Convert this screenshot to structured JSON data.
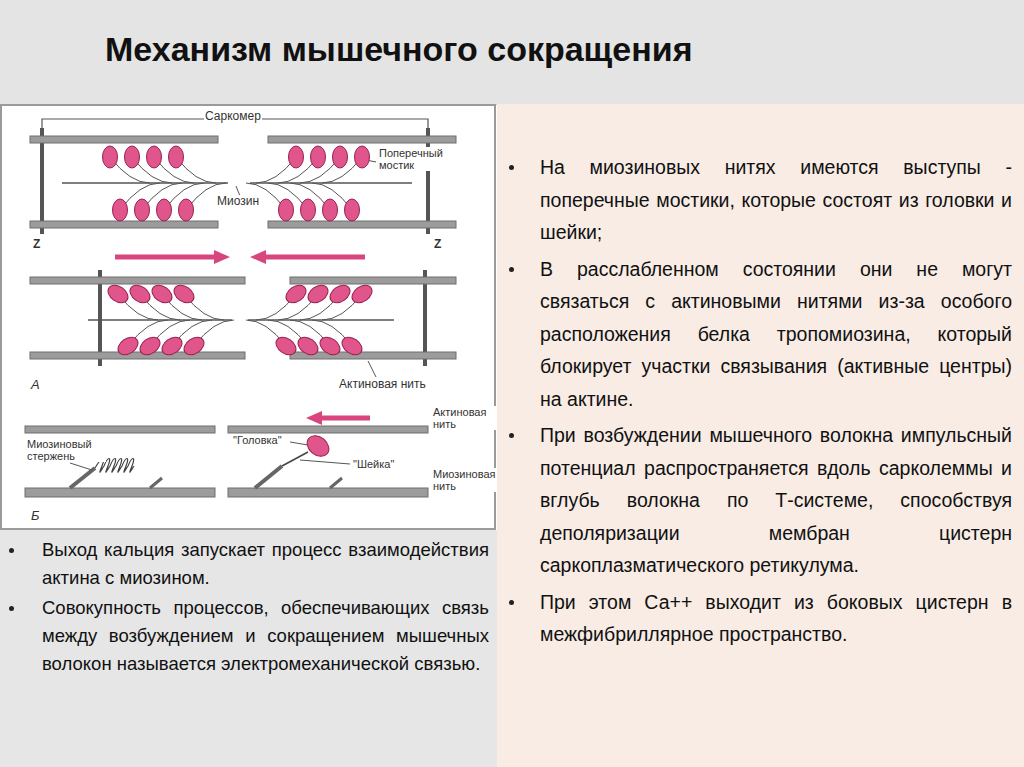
{
  "diagram": {
    "title": "Механизм мышечного сокращения",
    "nodes": [
      {
        "text": [
          "На миозиновых нитях имеются выступы - поперечные мостики, которые состоят из головки и шейки;",
          "В расслабленном состоянии они не могут связаться с актиновыми нитями из-за особого расположения белка тропомиозина, который блокирует участки связывания (активные центры) на актине.",
          "При возбуждении мышечного волокна импульсный потенциал распространяется вдоль сарколеммы и вглубь волокна по Т-системе, способствуя деполяризации мембран цистерн саркоплазматического ретикулума.",
          "При этом Са++ выходит из боковых цистерн в межфибриллярное пространство."
        ]
      },
      {
        "text": [
          "Выход кальция запускает процесс взаимодействия актина с миозином.",
          "Совокупность процессов, обеспечивающих связь между возбуждением и сокращением мышечных волокон называется электромеханической связью."
        ]
      }
    ],
    "labels": [
      "Саркомер",
      "Поперечный мостик",
      "Миозин",
      "Z",
      "Z",
      "А",
      "Актиновая нить",
      "Актиновая нить",
      "Миозиновый стержень",
      "\"Головка\"",
      "\"Шейка\"",
      "Миозиновая нить",
      "Б"
    ]
  }
}
